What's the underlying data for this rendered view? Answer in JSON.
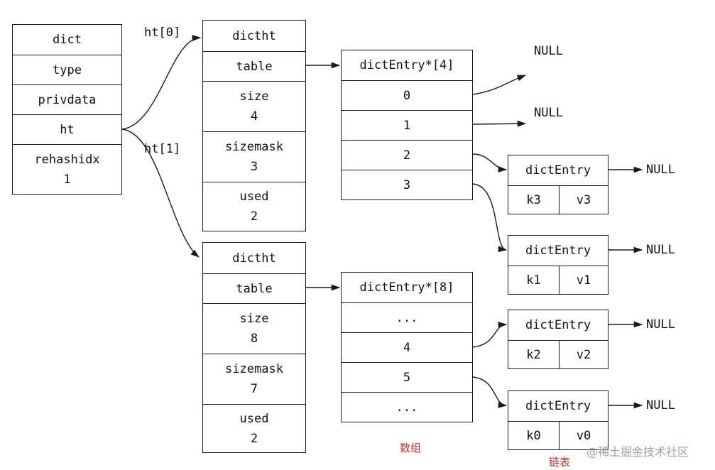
{
  "dict": {
    "title": "dict",
    "type": "type",
    "privdata": "privdata",
    "ht": "ht",
    "rehashidx_label": "rehashidx",
    "rehashidx_value": "1"
  },
  "pointers": {
    "ht0": "ht[0]",
    "ht1": "ht[1]"
  },
  "ht0": {
    "title": "dictht",
    "table": "table",
    "size_label": "size",
    "size_value": "4",
    "sizemask_label": "sizemask",
    "sizemask_value": "3",
    "used_label": "used",
    "used_value": "2"
  },
  "ht1": {
    "title": "dictht",
    "table": "table",
    "size_label": "size",
    "size_value": "8",
    "sizemask_label": "sizemask",
    "sizemask_value": "7",
    "used_label": "used",
    "used_value": "2"
  },
  "array0": {
    "title": "dictEntry*[4]",
    "slots": [
      "0",
      "1",
      "2",
      "3"
    ]
  },
  "array1": {
    "title": "dictEntry*[8]",
    "slots": [
      "...",
      "4",
      "5",
      "..."
    ]
  },
  "entries": [
    {
      "title": "dictEntry",
      "key": "k3",
      "value": "v3",
      "next": "NULL"
    },
    {
      "title": "dictEntry",
      "key": "k1",
      "value": "v1",
      "next": "NULL"
    },
    {
      "title": "dictEntry",
      "key": "k2",
      "value": "v2",
      "next": "NULL"
    },
    {
      "title": "dictEntry",
      "key": "k0",
      "value": "v0",
      "next": "NULL"
    }
  ],
  "nulls": {
    "slot0": "NULL",
    "slot1": "NULL"
  },
  "captions": {
    "array": "数组",
    "list": "链表"
  },
  "watermark": "@稀土掘金技术社区"
}
